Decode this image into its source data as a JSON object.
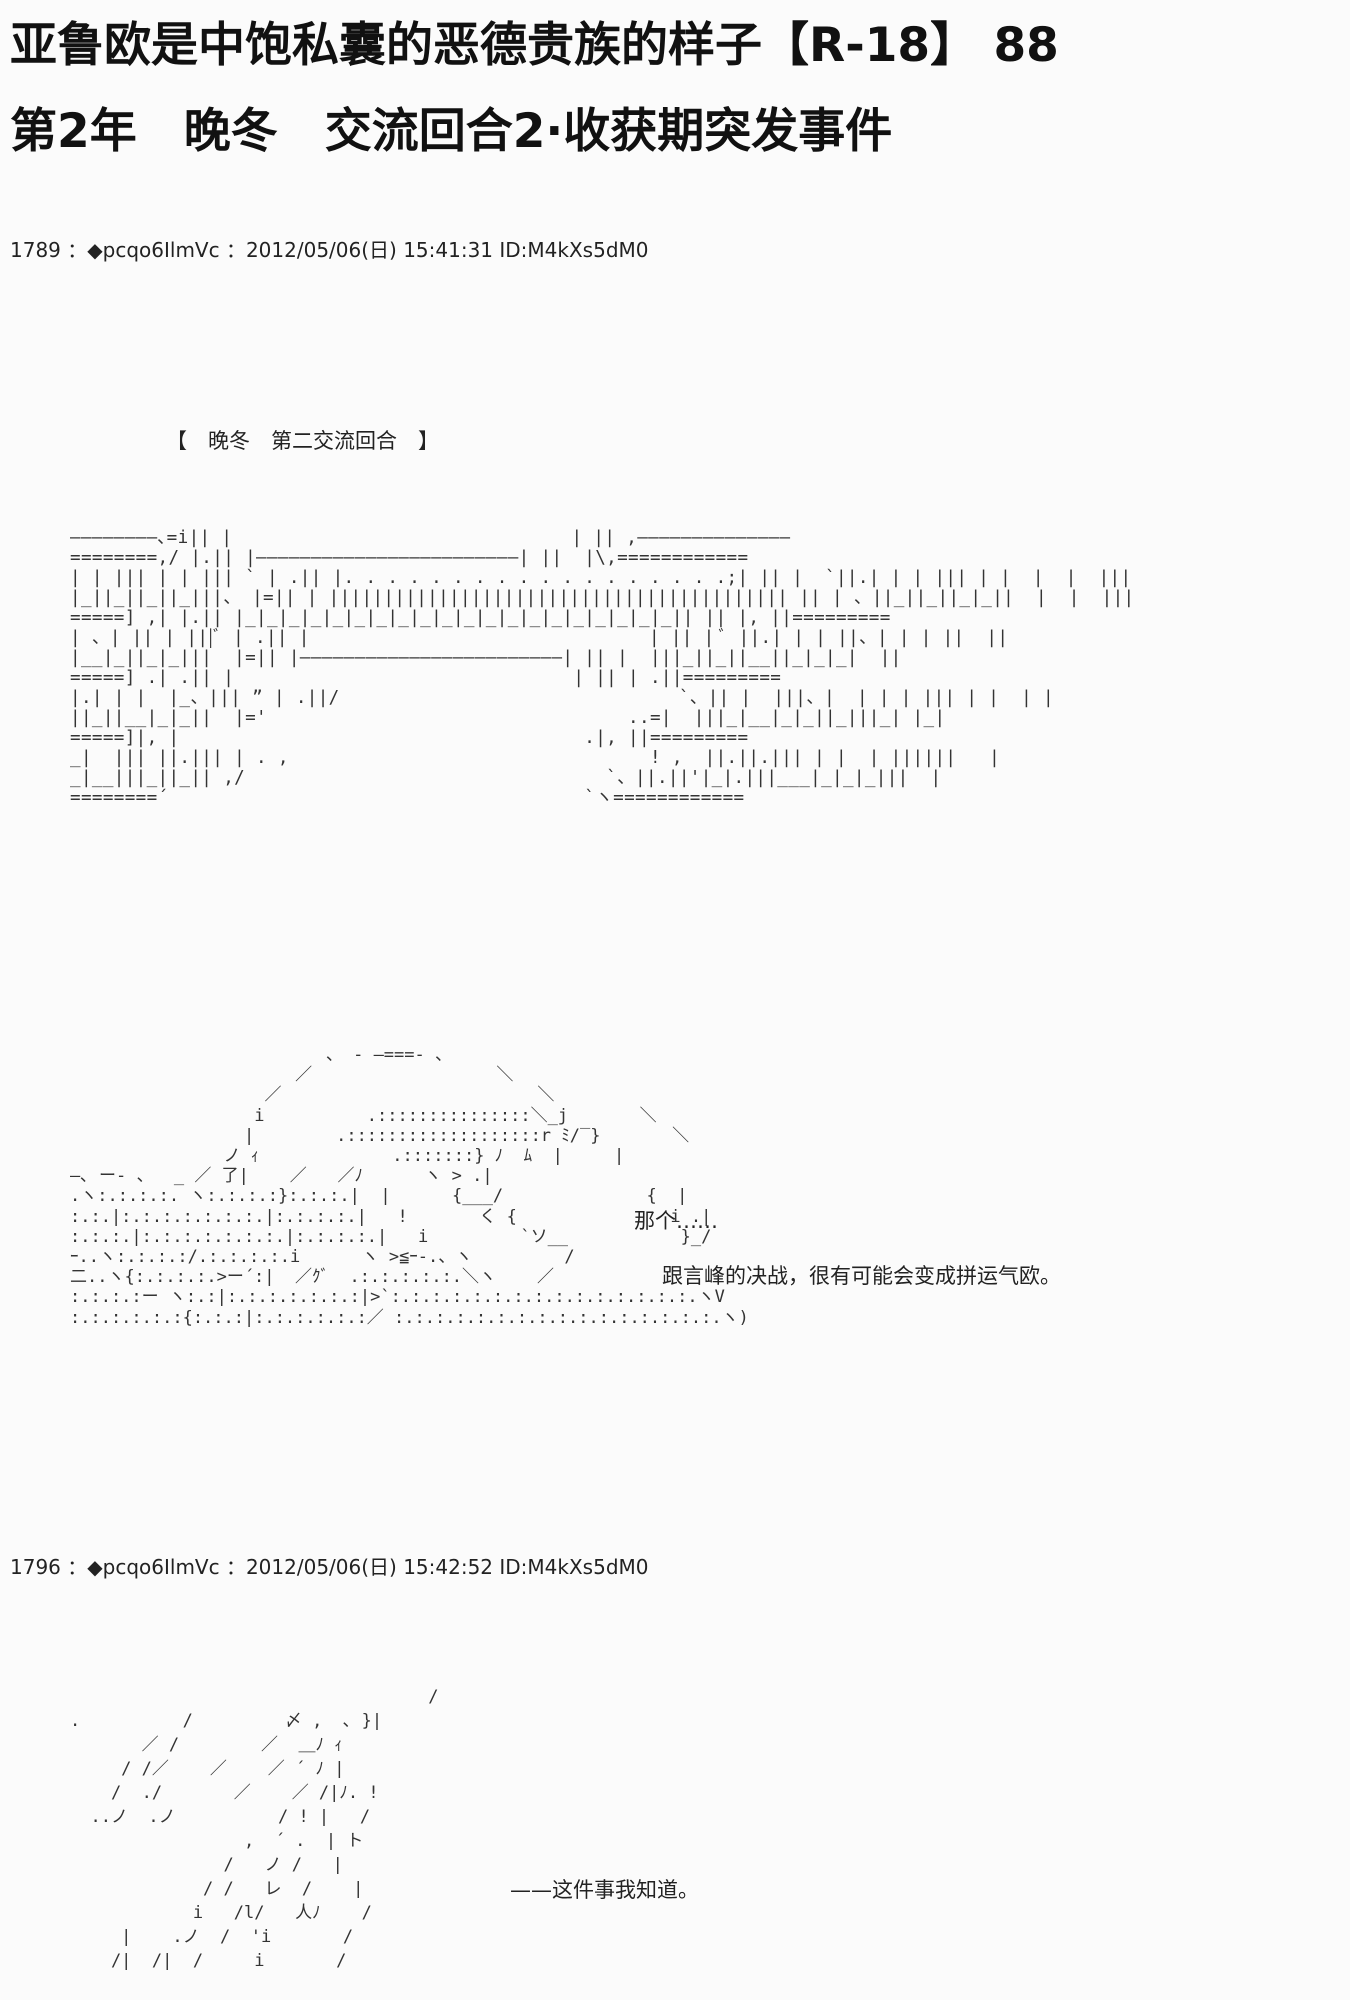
{
  "title_line1": "亚鲁欧是中饱私囊的恶德贵族的样子【R-18】 88",
  "title_line2": "第2年　晚冬　交流回合2·收获期突发事件",
  "posts": [
    {
      "header": "1789 ：◆pcqo6IlmVc ：2012/05/06(日) 15:41:31 ID:M4kXs5dM0",
      "caption": "【　晚冬　第二交流回合　】",
      "lines": [
        "那个……",
        "跟言峰的决战，很有可能会变成拼运气欧。"
      ]
    },
    {
      "header": "1796 ：◆pcqo6IlmVc ：2012/05/06(日) 15:42:52 ID:M4kXs5dM0",
      "lines": [
        "——这件事我知道。"
      ]
    }
  ],
  "art": {
    "bookshelves": "――――――――､=i|| |                               | || ,――――――――――――――\n========,/ |.|| |――――――――――――――――――――――――| ||  |\\,============\n| | ||| | | ||| ` | .|| |. . . . . . . . . . . . . . . . . .;| || |  `||.| | | ||| | |  |  |  |||\n|_||_||_||_|||、 |=|| | |||||||||||||||||||||||||||||||||||||||||| || | 、||_||_||_|_||  |  |  |||\n=====] ,| |.|| |_|_|_|_|_|_|_|_|_|_|_|_|_|_|_|_|_|_|_|_|| || |, ||=========\n| 、| || | |||ﾞ | .|| |                               | || | ﾞ ||.| | | ||、| | | ||  ||\n|__|_||_|_|||  |=|| |――――――――――――――――――――――――| || |  |||_||_||__||_|_|_|  ||\n=====] .| .|| |                               | || | .||=========\n|.| | |  |_、||| ” | .||/                               `、|| |  |||、|  | | | ||| | |  | |\n||_||__|_|_||  |='                                 ..=|  |||_|__|_|_||_|||_| |_|\n=====]|, |                                     .|, ||=========\n_|  ||| ||.||| | . ,                                 ! ,  ||.||.||| | |  | ||||||   |\n_|__|||_||_|| ,/                                 `、||.||'|_|.|||___|_|_|_|||  |\n========´                                      `ヽ============",
    "character1": "                         、 - ―===- 、\n                      ／                  ＼\n                   ／                         ＼\n                  i          .:::::::::::::::＼_j       ＼\n                 |        .:::::::::::::::::::r ﾐ/‾}       ＼\n               ノ ｨ             .:::::::} ﾉ  ﾑ  |     |\n―､ ー- 、  _ ／ 了|    ／   ／ﾉ      ヽ > .|\n.ヽ:.:.:.:. ヽ:.:.:.:}:.:.:.|  |      {___/              {  |\n:.:.|:.:.:.:.:.:.:.|:.:.:.:.|   !       く {               i .|\n:.:.:.|:.:.:.:.:.:.:.|:.:.:.:.|   i         `ソ__           }_/\nｰ..ヽ:.:.:.:/.:.:.:.:.i      ヽ >≦ｰ-.、ヽ         /\n二..ヽ{:.:.:.:.>ー´:|  ／ｸﾞ  .:.:.:.:.:.＼ヽ    ／\n:.:.:.:ー ヽ:.:|:.:.:.:.:.:.:|>`:.:.:.:.:.:.:.:.:.:.:.:.:.:.:.ヽV\n:.:.:.:.:.:{:.:.:|:.:.:.:.:.:／ :.:.:.:.:.:.:.:.:.:.:.:.:.:.:.:.ヽ)",
    "character2": "                                   /\n.          /         〆 ,  ､ }|\n       ／ /        ／  ＿ﾉ ｨ\n     / /／    ／    ／ ´ ﾉ |\n    /  ./       ／    ／ /|ﾉ. !\n  ..ノ  .ノ          / ! |   /\n                 ,  ´ .  | ト\n               /   ノ /   |\n             / /   レ  /    |\n            i   /l/   人ﾉ    /\n     |    .ノ  /  'i       /\n    /|  /|  /     i       /"
  }
}
